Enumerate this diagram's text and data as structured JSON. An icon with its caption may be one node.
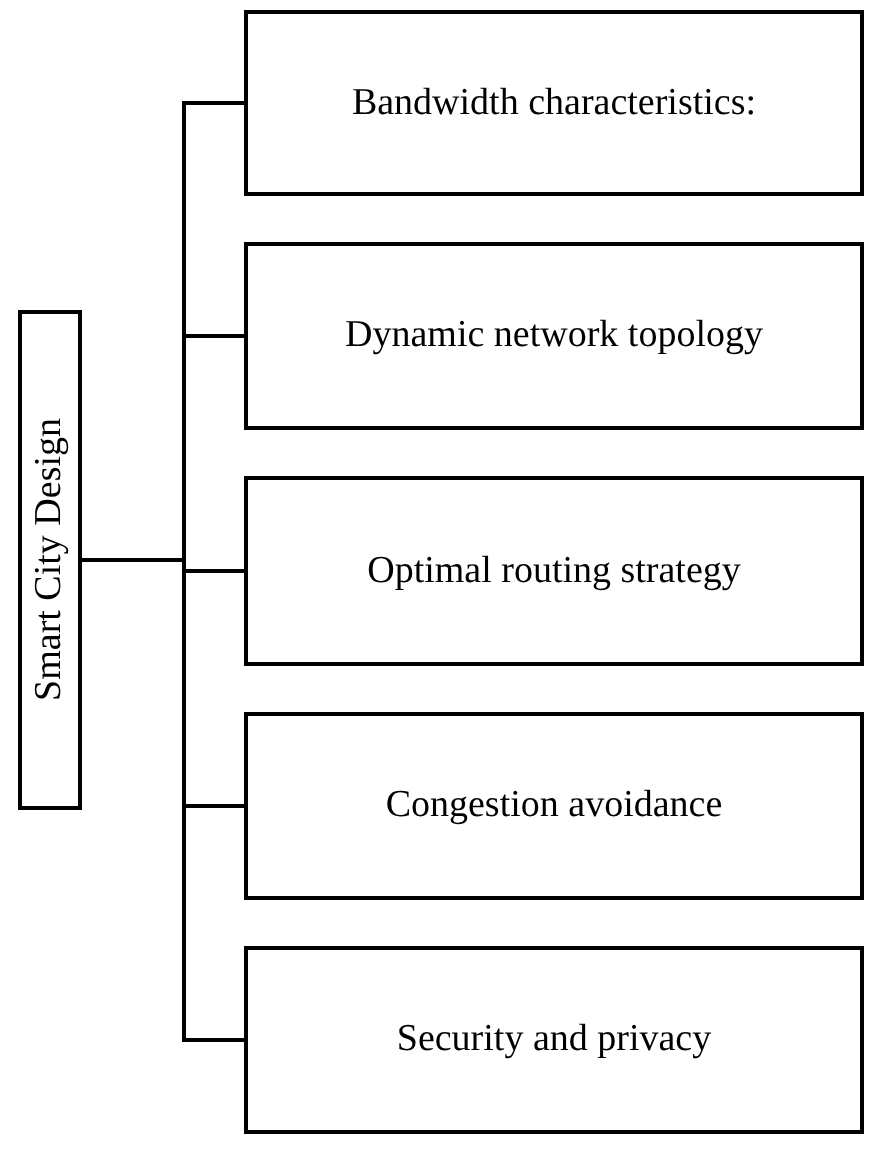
{
  "diagram": {
    "nodes": [
      {
        "text": [
          "Smart City Design"
        ]
      },
      {
        "text": [
          "Bandwidth characteristics:"
        ]
      },
      {
        "text": [
          "Dynamic network topology"
        ]
      },
      {
        "text": [
          "Optimal routing strategy"
        ]
      },
      {
        "text": [
          "Congestion avoidance"
        ]
      },
      {
        "text": [
          "Security and privacy"
        ]
      }
    ],
    "edges": [
      {
        "from": 0,
        "to": 1,
        "arrow": "none"
      },
      {
        "from": 0,
        "to": 2,
        "arrow": "none"
      },
      {
        "from": 0,
        "to": 3,
        "arrow": "none"
      },
      {
        "from": 0,
        "to": 4,
        "arrow": "none"
      },
      {
        "from": 0,
        "to": 5,
        "arrow": "none"
      }
    ]
  }
}
